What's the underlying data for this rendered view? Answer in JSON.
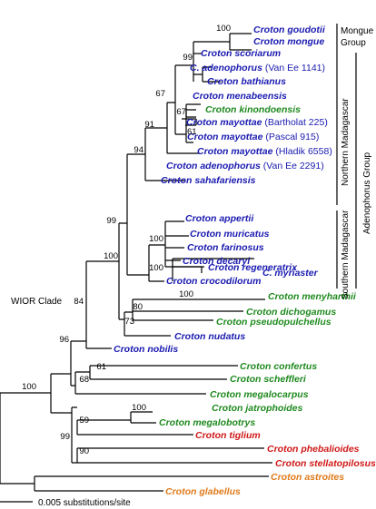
{
  "colors": {
    "blue": "#1a1ab0",
    "green": "#1f8a1f",
    "red": "#d01818",
    "orange": "#e07a1a",
    "black": "#000000"
  },
  "taxa": [
    {
      "id": "goudotii",
      "genus": "Croton",
      "species": "goudotii",
      "extra": "",
      "color": "blue"
    },
    {
      "id": "mongue",
      "genus": "Croton",
      "species": "mongue",
      "extra": "",
      "color": "blue"
    },
    {
      "id": "scoriarum",
      "genus": "Croton",
      "species": "scoriarum",
      "extra": "",
      "color": "blue"
    },
    {
      "id": "adenophorus1141",
      "genus": "C.",
      "species": "adenophorus",
      "extra": " (Van Ee 1141)",
      "color": "blue"
    },
    {
      "id": "bathianus",
      "genus": "Croton",
      "species": "bathianus",
      "extra": "",
      "color": "blue"
    },
    {
      "id": "menabeensis",
      "genus": "Croton",
      "species": "menabeensis",
      "extra": "",
      "color": "blue"
    },
    {
      "id": "kinondoensis",
      "genus": "Croton",
      "species": "kinondoensis",
      "extra": "",
      "color": "green"
    },
    {
      "id": "mayottae225",
      "genus": "Croton",
      "species": "mayottae",
      "extra": " (Bartholat 225)",
      "color": "blue"
    },
    {
      "id": "mayottae915",
      "genus": "Croton",
      "species": "mayottae",
      "extra": " (Pascal 915)",
      "color": "blue"
    },
    {
      "id": "mayottae6558",
      "genus": "Croton",
      "species": "mayottae",
      "extra": " (Hladik 6558)",
      "color": "blue"
    },
    {
      "id": "adenophorus2291",
      "genus": "Croton",
      "species": "adenophorus",
      "extra": " (Van Ee 2291)",
      "color": "blue"
    },
    {
      "id": "sahafariensis",
      "genus": "Croton",
      "species": "sahafariensis",
      "extra": "",
      "color": "blue"
    },
    {
      "id": "appertii",
      "genus": "Croton",
      "species": "appertii",
      "extra": "",
      "color": "blue"
    },
    {
      "id": "muricatus",
      "genus": "Croton",
      "species": "muricatus",
      "extra": "",
      "color": "blue"
    },
    {
      "id": "farinosus",
      "genus": "Croton",
      "species": "farinosus",
      "extra": "",
      "color": "blue"
    },
    {
      "id": "decaryi",
      "genus": "Croton",
      "species": "decaryi",
      "extra": "",
      "color": "blue"
    },
    {
      "id": "myriaster",
      "genus": "C.",
      "species": "myriaster",
      "extra": "",
      "color": "blue"
    },
    {
      "id": "regeneratrix",
      "genus": "Croton",
      "species": "regeneratrix",
      "extra": "",
      "color": "blue"
    },
    {
      "id": "crocodilorum",
      "genus": "Croton",
      "species": "crocodilorum",
      "extra": "",
      "color": "blue"
    },
    {
      "id": "menyharthii",
      "genus": "Croton",
      "species": "menyharthii",
      "extra": "",
      "color": "green"
    },
    {
      "id": "dichogamus",
      "genus": "Croton",
      "species": "dichogamus",
      "extra": "",
      "color": "green"
    },
    {
      "id": "pseudopulchellus",
      "genus": "Croton",
      "species": "pseudopulchellus",
      "extra": "",
      "color": "green"
    },
    {
      "id": "nudatus",
      "genus": "Croton",
      "species": "nudatus",
      "extra": "",
      "color": "blue"
    },
    {
      "id": "nobilis",
      "genus": "Croton",
      "species": "nobilis",
      "extra": "",
      "color": "blue"
    },
    {
      "id": "confertus",
      "genus": "Croton",
      "species": "confertus",
      "extra": "",
      "color": "green"
    },
    {
      "id": "scheffleri",
      "genus": "Croton",
      "species": "scheffleri",
      "extra": "",
      "color": "green"
    },
    {
      "id": "megalocarpus",
      "genus": "Croton",
      "species": "megalocarpus",
      "extra": "",
      "color": "green"
    },
    {
      "id": "jatrophoides",
      "genus": "Croton",
      "species": "jatrophoides",
      "extra": "",
      "color": "green"
    },
    {
      "id": "megalobotrys",
      "genus": "Croton",
      "species": "megalobotrys",
      "extra": "",
      "color": "green"
    },
    {
      "id": "tiglium",
      "genus": "Croton",
      "species": "tiglium",
      "extra": "",
      "color": "red"
    },
    {
      "id": "phebalioides",
      "genus": "Croton",
      "species": "phebalioides",
      "extra": "",
      "color": "red"
    },
    {
      "id": "stellatopilosus",
      "genus": "Croton",
      "species": "stellatopilosus",
      "extra": "",
      "color": "red"
    },
    {
      "id": "astroites",
      "genus": "Croton",
      "species": "astroites",
      "extra": "",
      "color": "orange"
    },
    {
      "id": "glabellus",
      "genus": "Croton",
      "species": "glabellus",
      "extra": "",
      "color": "orange"
    }
  ],
  "support_values": [
    "100",
    "99",
    "67",
    "67",
    "61",
    "91",
    "94",
    "99",
    "100",
    "100",
    "100",
    "80",
    "73",
    "100",
    "84",
    "96",
    "61",
    "68",
    "59",
    "100",
    "99",
    "90",
    "100"
  ],
  "clade_label": "WIOR Clade",
  "groups": {
    "mongue_line1": "Mongue",
    "mongue_line2": "Group",
    "northern": "Northern Madagascar",
    "southern": "Southern Madagascar",
    "adenophorus": "Adenophorus Group"
  },
  "scale_label": "0.005 substitutions/site"
}
